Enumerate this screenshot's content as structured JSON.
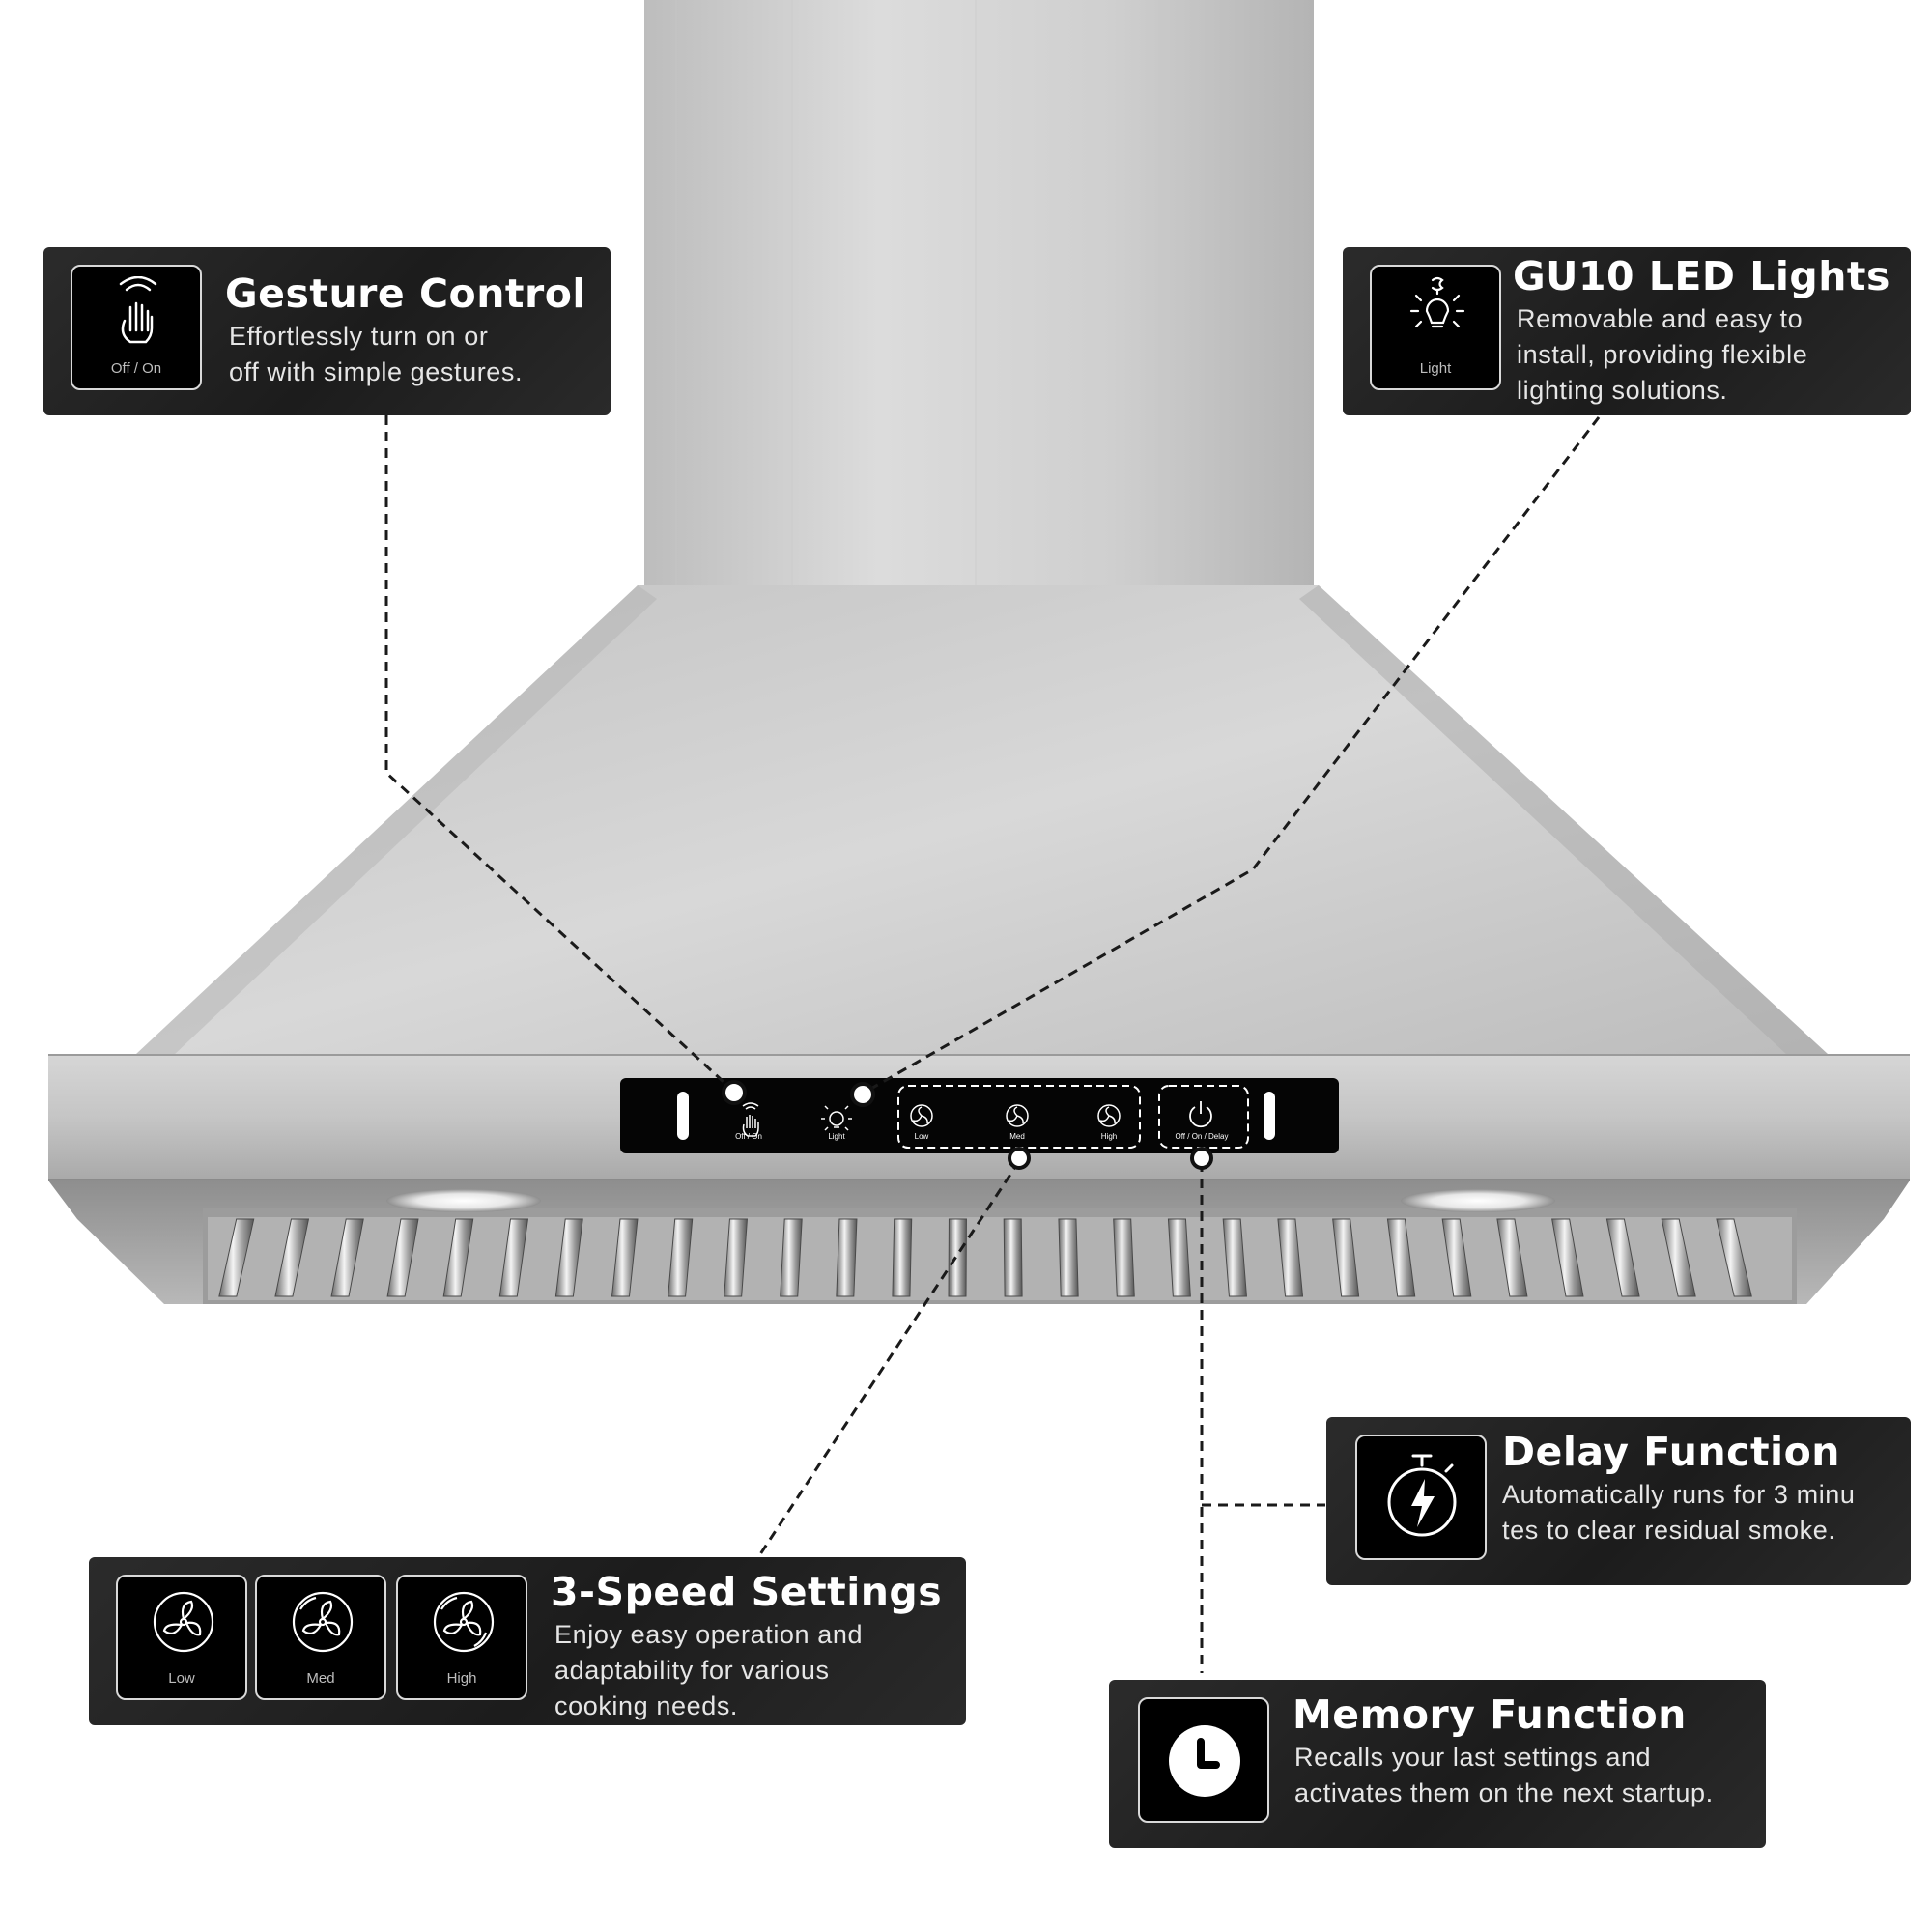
{
  "panel": {
    "gesture_label": "Off / On",
    "light_label": "Light",
    "low_label": "Low",
    "med_label": "Med",
    "high_label": "High",
    "power_label": "Off / On / Delay"
  },
  "callouts": {
    "gesture": {
      "title": "Gesture Control",
      "desc": [
        "Effortlessly turn on or",
        "off with simple gestures."
      ],
      "icon_caption": "Off / On",
      "icon": "hand-wave-icon"
    },
    "lights": {
      "title": "GU10 LED Lights",
      "desc": [
        "Removable and easy to",
        "install, providing flexible",
        "lighting solutions."
      ],
      "icon_caption": "Light",
      "icon": "light-bulb-icon"
    },
    "delay": {
      "title": "Delay Function",
      "desc": [
        "Automatically runs for 3 minu",
        "tes to clear residual smoke."
      ],
      "icon": "stopwatch-bolt-icon"
    },
    "speed": {
      "title": "3-Speed Settings",
      "desc": [
        "Enjoy easy operation and",
        "adaptability for various",
        "cooking needs."
      ],
      "icons": [
        {
          "caption": "Low",
          "icon": "fan-low-icon"
        },
        {
          "caption": "Med",
          "icon": "fan-med-icon"
        },
        {
          "caption": "High",
          "icon": "fan-high-icon"
        }
      ]
    },
    "memory": {
      "title": "Memory Function",
      "desc": [
        "Recalls your last settings and",
        "activates them on the next startup."
      ],
      "icon": "clock-icon"
    }
  },
  "colors": {
    "callout_bg": "#222222",
    "steel_light": "#e4e4e4",
    "steel_dark": "#9a9a9a",
    "panel_black": "#050505"
  }
}
